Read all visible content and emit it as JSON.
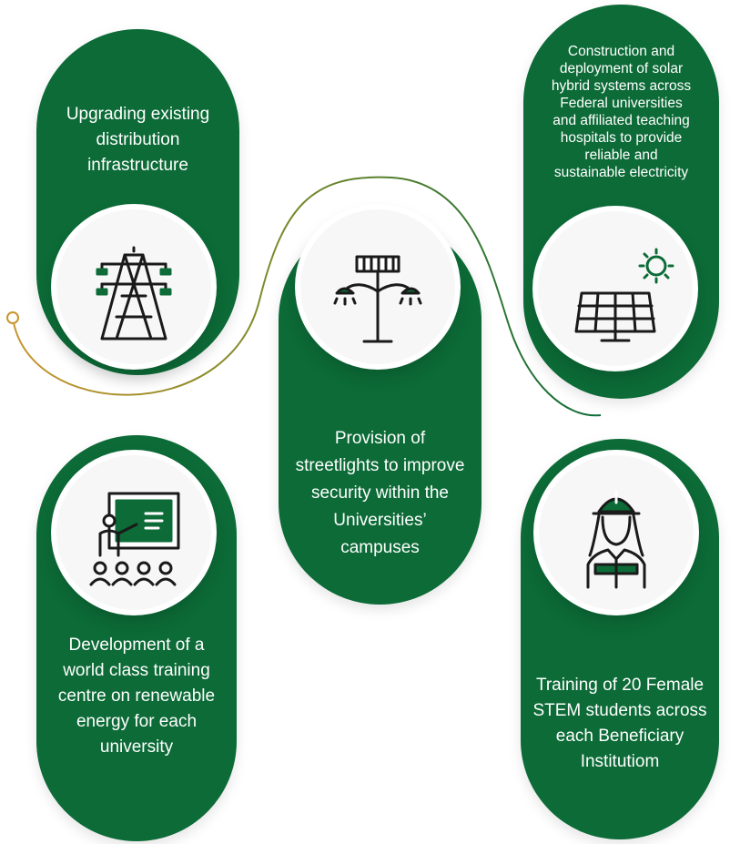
{
  "items": [
    {
      "lines": [
        "Upgrading existing",
        "distribution",
        "infrastructure"
      ],
      "icon": "transmission-tower-icon"
    },
    {
      "lines": [
        "Provision of",
        "streetlights to improve",
        "security within the",
        "Universities’",
        "campuses"
      ],
      "icon": "streetlight-icon"
    },
    {
      "lines": [
        "Construction and",
        "deployment of solar",
        "hybrid systems across",
        "Federal universities",
        "and affiliated teaching",
        "hospitals to provide",
        "reliable and",
        "sustainable electricity"
      ],
      "icon": "solar-panel-icon"
    },
    {
      "lines": [
        "Development of a",
        "world class training",
        "centre on renewable",
        "energy for each",
        "university"
      ],
      "icon": "training-class-icon"
    },
    {
      "lines": [
        "Training of 20 Female",
        "STEM students across",
        "each Beneficiary",
        "Institutiom"
      ],
      "icon": "female-engineer-icon"
    }
  ],
  "colors": {
    "green": "#0c6b37",
    "accent": "#c8952e",
    "icon_dark": "#1a1a1a",
    "icon_green": "#0c6b37"
  }
}
